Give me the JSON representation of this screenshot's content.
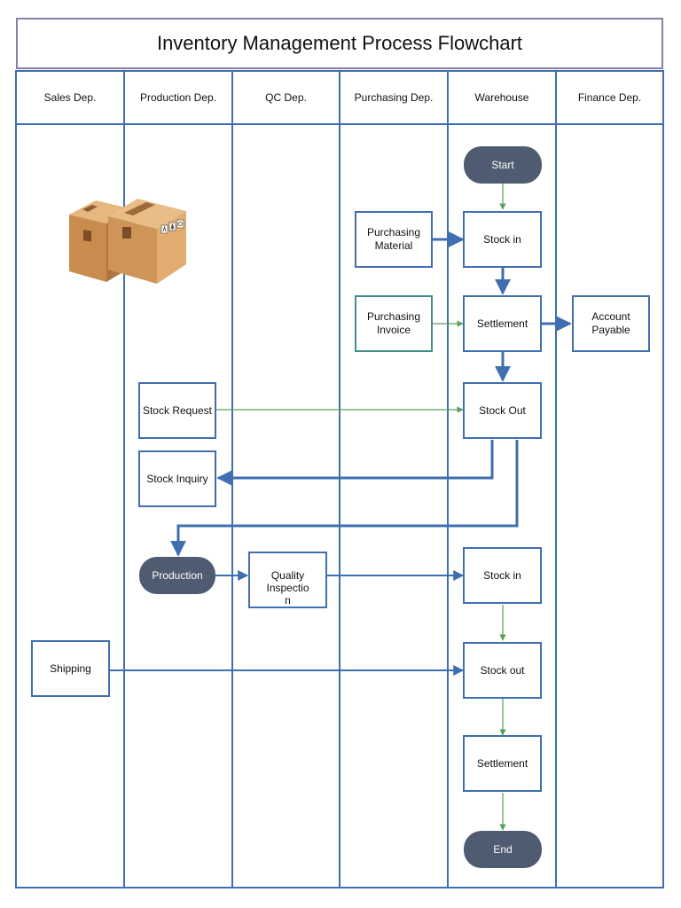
{
  "title": "Inventory Management Process Flowchart",
  "lanes": [
    "Sales Dep.",
    "Production Dep.",
    "QC Dep.",
    "Purchasing Dep.",
    "Warehouse",
    "Finance Dep."
  ],
  "nodes": {
    "start": "Start",
    "stock_in_1": "Stock in",
    "purchasing_material": "Purchasing\nMaterial",
    "settlement_1": "Settlement",
    "purchasing_invoice": "Purchasing\nInvoice",
    "account_payable": "Account\nPayable",
    "stock_request": "Stock Request",
    "stock_out_1": "Stock Out",
    "stock_inquiry": "Stock Inquiry",
    "production": "Production",
    "quality_inspection": "Quality\nInspectio\nn",
    "stock_in_2": "Stock in",
    "shipping": "Shipping",
    "stock_out_2": "Stock out",
    "settlement_2": "Settlement",
    "end": "End"
  },
  "colors": {
    "lane_border": "#3f6fb0",
    "title_border": "#8a7fa8",
    "connector_green": "#5aa05a",
    "connector_blue": "#3f6fb0",
    "pill_fill": "#4f5b70"
  },
  "icons": {
    "boxes": "cardboard-boxes-icon"
  }
}
